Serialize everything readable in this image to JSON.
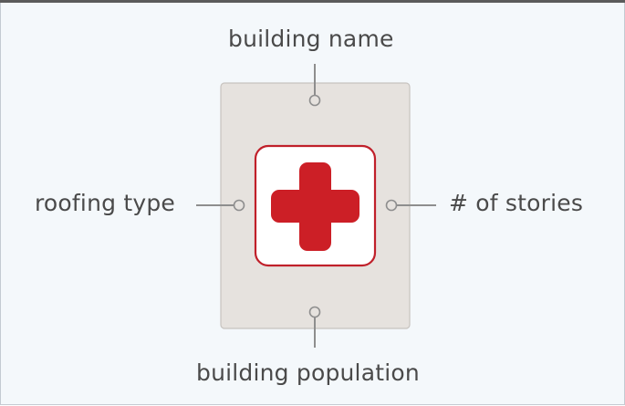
{
  "diagram": {
    "labels": {
      "top": "building name",
      "left": "roofing type",
      "right": "# of stories",
      "bottom": "building population"
    },
    "colors": {
      "background": "#f4f8fb",
      "card_fill": "#e6e2de",
      "card_border": "#c7c3bf",
      "connector": "#8e8e8e",
      "icon_border": "#c0202a",
      "cross": "#cc1f26",
      "text": "#4a4a4a"
    },
    "icon": "red-cross-icon"
  }
}
